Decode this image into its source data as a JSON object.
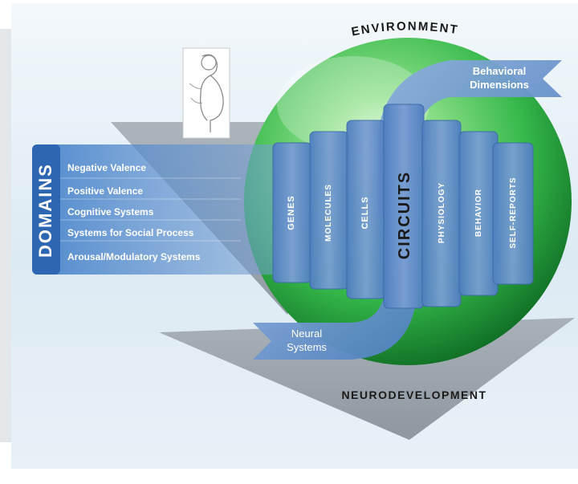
{
  "diagram": {
    "environment_label": "ENVIRONMENT",
    "neurodevelopment_label": "NEURODEVELOPMENT",
    "behavioral_dimensions": [
      "Behavioral",
      "Dimensions"
    ],
    "neural_systems": [
      "Neural",
      "Systems"
    ],
    "domains_title": "DOMAINS",
    "domains": [
      "Negative Valence",
      "Positive Valence",
      "Cognitive Systems",
      "Systems for Social Process",
      "Arousal/Modulatory Systems"
    ],
    "units_of_analysis": [
      "GENES",
      "MOLECULES",
      "CELLS",
      "CIRCUITS",
      "PHYSIOLOGY",
      "BEHAVIOR",
      "SELF-REPORTS"
    ],
    "colors": {
      "sphere": "#35b84a",
      "panel_blue": "#3f7ec9",
      "column_blue": "#6f95cc",
      "plane_gray": "#a9b1b8",
      "text_dark": "#1a1a1a"
    },
    "fetus_icon": "pregnant-figure-icon"
  }
}
